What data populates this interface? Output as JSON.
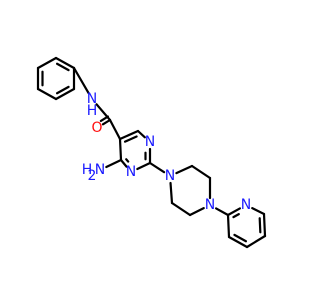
{
  "molecule": {
    "colors": {
      "bond": "#000000",
      "nitrogen": "#1a1aff",
      "oxygen": "#ff0d0d",
      "background": "#ffffff"
    },
    "atoms": [
      {
        "id": "ph1",
        "element": "C"
      },
      {
        "id": "ph2",
        "element": "C"
      },
      {
        "id": "ph3",
        "element": "C"
      },
      {
        "id": "ph4",
        "element": "C"
      },
      {
        "id": "ph5",
        "element": "C"
      },
      {
        "id": "ph6",
        "element": "C"
      },
      {
        "id": "amide_n",
        "element": "N",
        "label": "N",
        "color": "nitrogen"
      },
      {
        "id": "amide_h",
        "element": "H",
        "label": "H",
        "color": "nitrogen"
      },
      {
        "id": "carbonyl_c",
        "element": "C"
      },
      {
        "id": "carbonyl_o",
        "element": "O",
        "label": "O",
        "color": "oxygen"
      },
      {
        "id": "pyr_c5",
        "element": "C"
      },
      {
        "id": "pyr_c6",
        "element": "C"
      },
      {
        "id": "pyr_n1",
        "element": "N",
        "label": "N",
        "color": "nitrogen"
      },
      {
        "id": "pyr_c2",
        "element": "C"
      },
      {
        "id": "pyr_n3",
        "element": "N",
        "label": "N",
        "color": "nitrogen"
      },
      {
        "id": "pyr_c4",
        "element": "C"
      },
      {
        "id": "amino_n",
        "element": "N",
        "label": "N",
        "color": "nitrogen"
      },
      {
        "id": "amino_h2",
        "element": "H",
        "label": "H",
        "color": "nitrogen"
      },
      {
        "id": "amino_sub2",
        "element": "",
        "label": "2",
        "color": "nitrogen"
      },
      {
        "id": "pip_n1",
        "element": "N",
        "label": "N",
        "color": "nitrogen"
      },
      {
        "id": "pip_c2",
        "element": "C"
      },
      {
        "id": "pip_c3",
        "element": "C"
      },
      {
        "id": "pip_n4",
        "element": "N",
        "label": "N",
        "color": "nitrogen"
      },
      {
        "id": "pip_c5",
        "element": "C"
      },
      {
        "id": "pip_c6",
        "element": "C"
      },
      {
        "id": "py_c2",
        "element": "C"
      },
      {
        "id": "py_n1",
        "element": "N",
        "label": "N",
        "color": "nitrogen"
      },
      {
        "id": "py_c6",
        "element": "C"
      },
      {
        "id": "py_c5",
        "element": "C"
      },
      {
        "id": "py_c4",
        "element": "C"
      },
      {
        "id": "py_c3",
        "element": "C"
      }
    ],
    "bonds": [
      {
        "a": "ph1",
        "b": "ph2",
        "order": 2
      },
      {
        "a": "ph2",
        "b": "ph3",
        "order": 1
      },
      {
        "a": "ph3",
        "b": "ph4",
        "order": 2
      },
      {
        "a": "ph4",
        "b": "ph5",
        "order": 1
      },
      {
        "a": "ph5",
        "b": "ph6",
        "order": 2
      },
      {
        "a": "ph6",
        "b": "ph1",
        "order": 1
      },
      {
        "a": "ph5",
        "b": "amide_n",
        "order": 1
      },
      {
        "a": "amide_n",
        "b": "carbonyl_c",
        "order": 1
      },
      {
        "a": "carbonyl_c",
        "b": "carbonyl_o",
        "order": 2
      },
      {
        "a": "carbonyl_c",
        "b": "pyr_c5",
        "order": 1
      },
      {
        "a": "pyr_c5",
        "b": "pyr_c6",
        "order": 2
      },
      {
        "a": "pyr_c6",
        "b": "pyr_n1",
        "order": 1
      },
      {
        "a": "pyr_n1",
        "b": "pyr_c2",
        "order": 2
      },
      {
        "a": "pyr_c2",
        "b": "pyr_n3",
        "order": 1
      },
      {
        "a": "pyr_n3",
        "b": "pyr_c4",
        "order": 2
      },
      {
        "a": "pyr_c4",
        "b": "pyr_c5",
        "order": 1
      },
      {
        "a": "pyr_c4",
        "b": "amino_n",
        "order": 1
      },
      {
        "a": "pyr_c2",
        "b": "pip_n1",
        "order": 1
      },
      {
        "a": "pip_n1",
        "b": "pip_c2",
        "order": 1
      },
      {
        "a": "pip_c2",
        "b": "pip_c3",
        "order": 1
      },
      {
        "a": "pip_c3",
        "b": "pip_n4",
        "order": 1
      },
      {
        "a": "pip_n4",
        "b": "pip_c5",
        "order": 1
      },
      {
        "a": "pip_c5",
        "b": "pip_c6",
        "order": 1
      },
      {
        "a": "pip_c6",
        "b": "pip_n1",
        "order": 1
      },
      {
        "a": "pip_n4",
        "b": "py_c2",
        "order": 1
      },
      {
        "a": "py_c2",
        "b": "py_n1",
        "order": 2
      },
      {
        "a": "py_n1",
        "b": "py_c6",
        "order": 1
      },
      {
        "a": "py_c6",
        "b": "py_c5",
        "order": 2
      },
      {
        "a": "py_c5",
        "b": "py_c4",
        "order": 1
      },
      {
        "a": "py_c4",
        "b": "py_c3",
        "order": 2
      },
      {
        "a": "py_c3",
        "b": "py_c2",
        "order": 1
      }
    ]
  }
}
